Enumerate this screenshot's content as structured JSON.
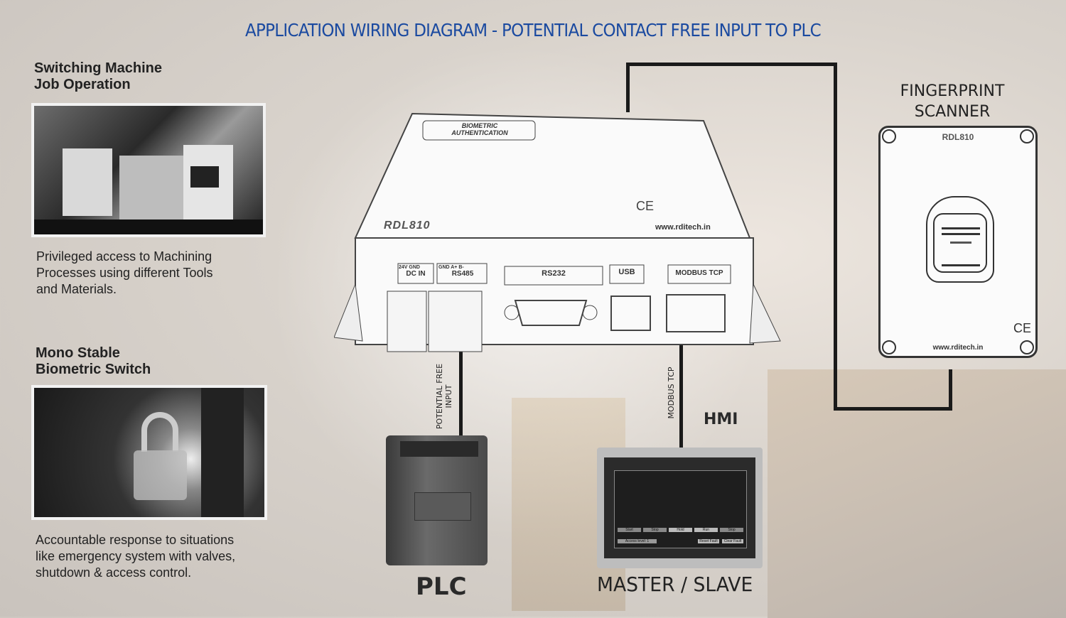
{
  "title": "APPLICATION WIRING DIAGRAM - POTENTIAL CONTACT FREE INPUT TO PLC",
  "left_panel": {
    "section1": {
      "heading_line1": "Switching Machine",
      "heading_line2": "Job Operation",
      "desc_lines": [
        "Privileged access to Machining",
        "Processes using different Tools",
        "and Materials."
      ]
    },
    "section2": {
      "heading_line1": "Mono Stable",
      "heading_line2": "Biometric Switch",
      "desc_lines": [
        "Accountable response to situations",
        "like emergency system with valves,",
        "shutdown & access control."
      ]
    }
  },
  "controller": {
    "badge_line1": "BIOMETRIC",
    "badge_line2": "AUTHENTICATION",
    "model": "RDL810",
    "website": "www.rditech.in",
    "cert": "CE",
    "ports": {
      "dc_pins": [
        "24V",
        "GND"
      ],
      "dc_label": "DC IN",
      "rs485_pins": [
        "GND",
        "A+",
        "B-"
      ],
      "rs485_label": "RS485",
      "rs232": "RS232",
      "usb": "USB",
      "modbus": "MODBUS TCP"
    }
  },
  "scanner": {
    "label_line1": "FINGERPRINT",
    "label_line2": "SCANNER",
    "model": "RDL810",
    "website": "www.rditech.in",
    "cert": "CE"
  },
  "wires": {
    "plc_line1": "POTENTIAL FREE",
    "plc_line2": "INPUT",
    "hmi": "MODBUS TCP"
  },
  "plc": {
    "label": "PLC"
  },
  "hmi": {
    "tag": "HMI",
    "label": "MASTER / SLAVE",
    "screen_buttons": [
      "Start",
      "Stop",
      "Hold",
      "Run",
      "Stop"
    ],
    "access": "Access level: 1",
    "reset": "Reset Fault",
    "clear": "Clear Fault"
  }
}
